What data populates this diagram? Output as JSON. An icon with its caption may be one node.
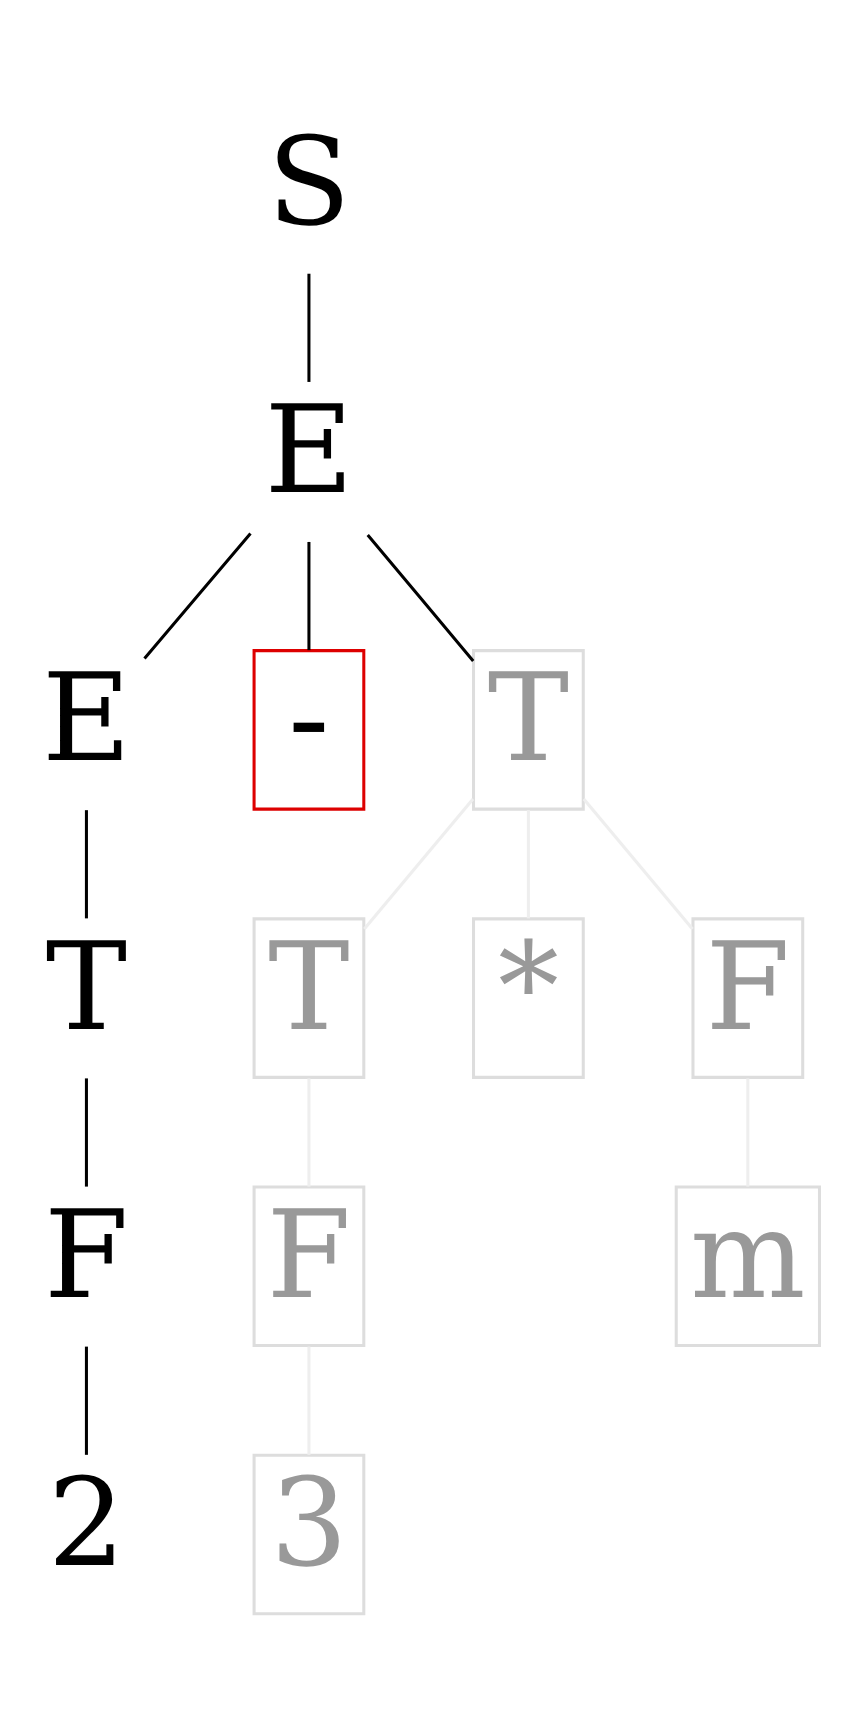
{
  "diagram": {
    "nodes": [
      {
        "text": [
          "S"
        ]
      },
      {
        "text": [
          "E"
        ]
      },
      {
        "text": [
          "E"
        ]
      },
      {
        "text": [
          "-"
        ]
      },
      {
        "text": [
          "T"
        ]
      },
      {
        "text": [
          "T"
        ]
      },
      {
        "text": [
          "T"
        ]
      },
      {
        "text": [
          "*"
        ]
      },
      {
        "text": [
          "F"
        ]
      },
      {
        "text": [
          "F"
        ]
      },
      {
        "text": [
          "F"
        ]
      },
      {
        "text": [
          "m"
        ]
      },
      {
        "text": [
          "2"
        ]
      },
      {
        "text": [
          "3"
        ]
      }
    ],
    "edges": [
      {
        "from": 0,
        "to": 1,
        "arrow": "none"
      },
      {
        "from": 1,
        "to": 2,
        "arrow": "none"
      },
      {
        "from": 1,
        "to": 3,
        "arrow": "none"
      },
      {
        "from": 1,
        "to": 4,
        "arrow": "none"
      },
      {
        "from": 2,
        "to": 5,
        "arrow": "none"
      },
      {
        "from": 4,
        "to": 6,
        "arrow": "none",
        "color": "#eeeeee"
      },
      {
        "from": 4,
        "to": 7,
        "arrow": "none",
        "color": "#eeeeee"
      },
      {
        "from": 4,
        "to": 8,
        "arrow": "none",
        "color": "#eeeeee"
      },
      {
        "from": 5,
        "to": 9,
        "arrow": "none"
      },
      {
        "from": 6,
        "to": 10,
        "arrow": "none",
        "color": "#eeeeee"
      },
      {
        "from": 8,
        "to": 11,
        "arrow": "none",
        "color": "#eeeeee"
      },
      {
        "from": 9,
        "to": 12,
        "arrow": "none"
      },
      {
        "from": 10,
        "to": 13,
        "arrow": "none",
        "color": "#eeeeee"
      }
    ]
  }
}
